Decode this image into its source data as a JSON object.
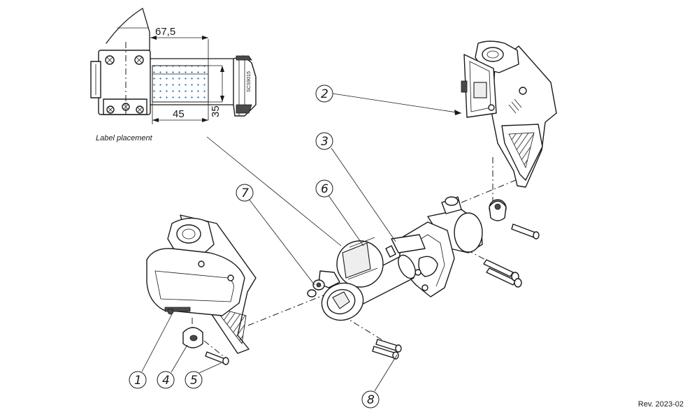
{
  "inset": {
    "caption": "Label placement",
    "dimensions": {
      "top_width": "67,5",
      "bottom_width": "45",
      "height": "35"
    },
    "side_marking": "SCS9015"
  },
  "callouts": [
    {
      "id": "1",
      "label": "1"
    },
    {
      "id": "2",
      "label": "2"
    },
    {
      "id": "3",
      "label": "3"
    },
    {
      "id": "4",
      "label": "4"
    },
    {
      "id": "5",
      "label": "5"
    },
    {
      "id": "6",
      "label": "6"
    },
    {
      "id": "7",
      "label": "7"
    },
    {
      "id": "8",
      "label": "8"
    }
  ],
  "revision": "Rev. 2023-02",
  "colors": {
    "line": "#1a1a1a",
    "label_dots": "#4a90c8",
    "background": "#ffffff"
  }
}
